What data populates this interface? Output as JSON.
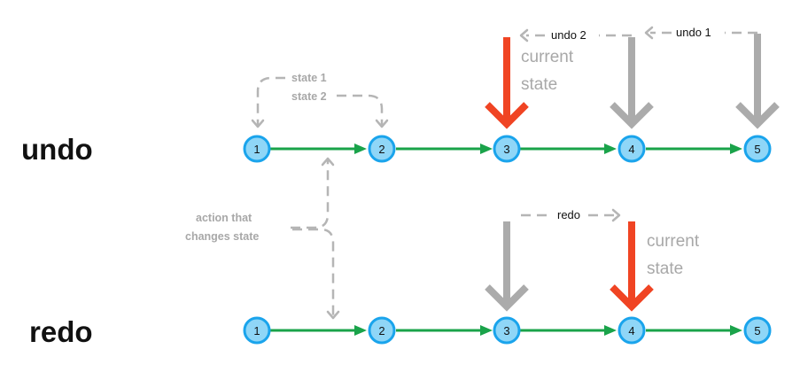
{
  "rows": {
    "undo": {
      "label": "undo",
      "nodes": [
        "1",
        "2",
        "3",
        "4",
        "5"
      ]
    },
    "redo": {
      "label": "redo",
      "nodes": [
        "1",
        "2",
        "3",
        "4",
        "5"
      ]
    }
  },
  "labels": {
    "state1": "state 1",
    "state2": "state 2",
    "undo1": "undo 1",
    "undo2": "undo 2",
    "redo": "redo",
    "current_line1": "current",
    "current_line2": "state",
    "action_line1": "action that",
    "action_line2": "changes state"
  },
  "colors": {
    "node_fill": "#8fd6f7",
    "node_stroke": "#1aa4ec",
    "transition": "#1aa34a",
    "current_marker": "#f04423",
    "past_marker": "#ababab",
    "annotation": "#b5b5b5"
  }
}
